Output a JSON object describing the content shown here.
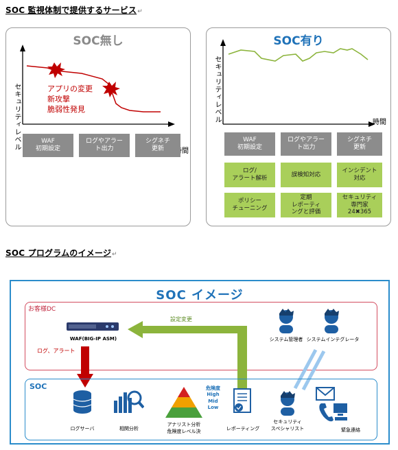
{
  "section1": {
    "heading": "SOC 監視体制で提供するサービス",
    "mark": "↵"
  },
  "left_panel": {
    "title": "SOC無し",
    "ylabel": "セキュリティレベル",
    "xlabel": "時間",
    "annotations": [
      "アプリの変更",
      "新攻撃",
      "脆弱性発見"
    ],
    "boxes": [
      "WAF\n初期設定",
      "ログやアラー\nト出力",
      "シグネチ\n更新"
    ]
  },
  "right_panel": {
    "title": "SOC有り",
    "ylabel": "セキュリティレベル",
    "xlabel": "時間",
    "gray_boxes": [
      "WAF\n初期設定",
      "ログやアラー\nト出力",
      "シグネチ\n更新"
    ],
    "green_boxes": [
      "ログ/\nアラート解析",
      "誤検知対応",
      "インシデント\n対応",
      "ポリシー\nチューニング",
      "定期\nレポーティ\nングと評価",
      "セキュリティ\n専門家\n24✖365"
    ]
  },
  "section2": {
    "heading": "SOC プログラムのイメージ",
    "mark": "↵"
  },
  "diagram": {
    "title": "SOC イメージ",
    "customer_label": "お客様DC",
    "waf_label": "WAF(BIG-IP ASM)",
    "log_alert_label": "ログ、アラート",
    "setting_change_label": "設定変更",
    "sysadmin_label": "システム管理者",
    "integrator_label": "システムインテグレータ",
    "soc_label": "SOC",
    "log_server_label": "ログサーバ",
    "correlation_label": "相関分析",
    "analyst_label": "アナリスト分析\n危険度レベル決",
    "risk_title": "危険度",
    "risk_levels": [
      "High",
      "Mid",
      "Low"
    ],
    "reporting_label": "レポーティング",
    "specialist_label": "セキュリティ\nスペシャリスト",
    "emergency_label": "緊急連絡",
    "colors": {
      "accent_blue": "#1f72b8",
      "red": "#c00000",
      "green_arrow": "#8cb43c",
      "gray_box": "#8c8c8c"
    }
  }
}
